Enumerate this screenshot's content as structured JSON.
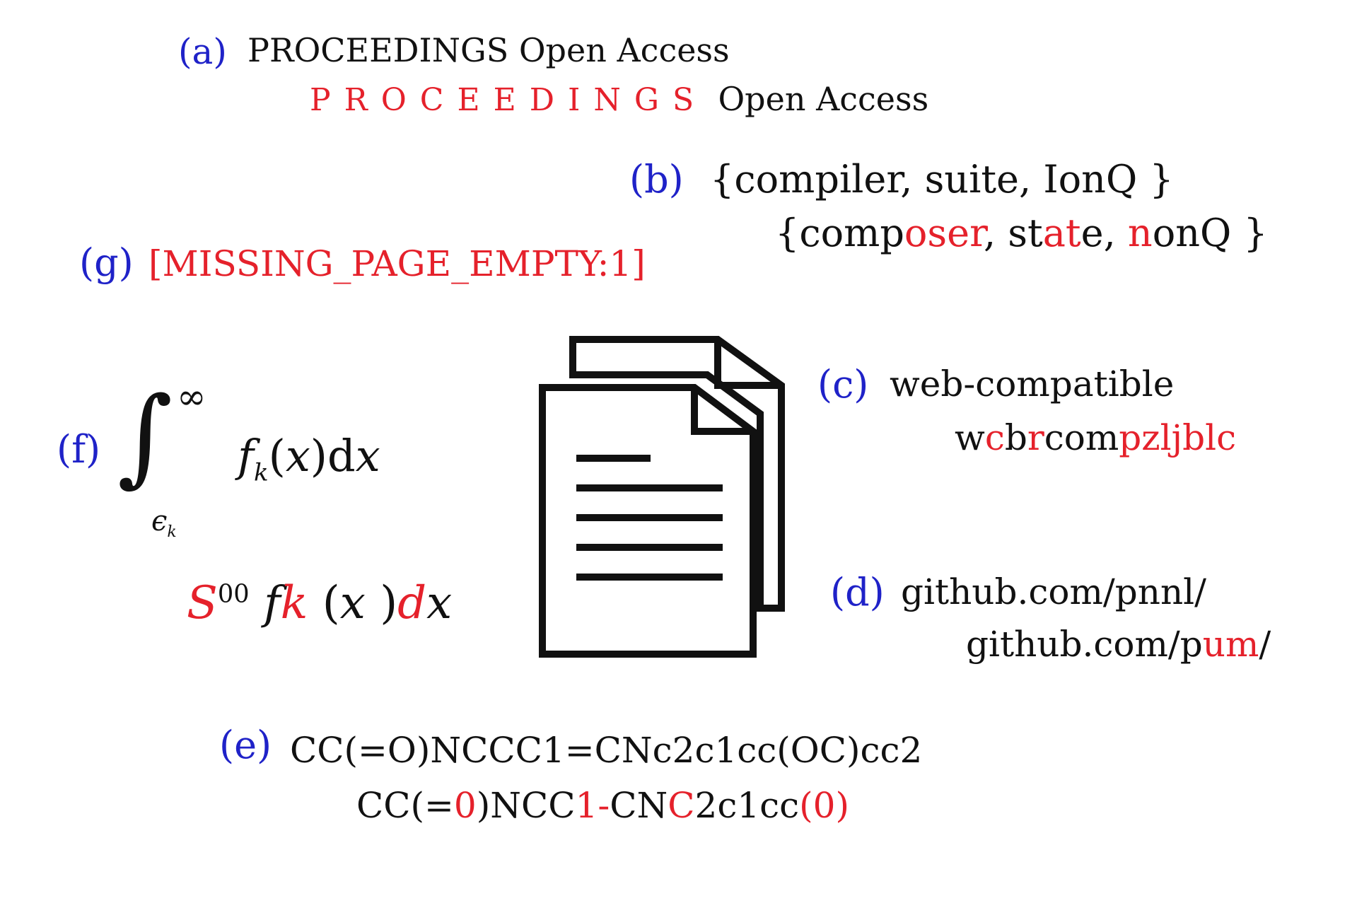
{
  "colors": {
    "label": "#1f22c8",
    "error": "#e5212b",
    "text": "#111111"
  },
  "icon": "document-copies-icon",
  "panels": {
    "a": {
      "label": "(a)",
      "original": "PROCEEDINGS Open Access",
      "ocr_spaced": "PROCEEDINGS",
      "ocr_rest": "Open Access"
    },
    "b": {
      "label": "(b)",
      "original": "{compiler, suite, IonQ }",
      "ocr_segments": [
        "{comp",
        "oser",
        ", st",
        "at",
        "e, ",
        "n",
        "onQ }"
      ]
    },
    "c": {
      "label": "(c)",
      "original": "web-compatible",
      "ocr_segments": [
        "w",
        "c",
        "b",
        "r",
        "com",
        "pzljblc"
      ]
    },
    "d": {
      "label": "(d)",
      "original": "github.com/pnnl/",
      "ocr_segments": [
        "github.com/p",
        "um",
        "/"
      ]
    },
    "e": {
      "label": "(e)",
      "original": "CC(=O)NCCC1=CNc2c1cc(OC)cc2",
      "ocr_segments": [
        "CC(=",
        "0",
        ")NCC",
        "1-",
        "CN",
        "C",
        "2c1cc",
        "(0)"
      ]
    },
    "f": {
      "label": "(f)",
      "original": {
        "int_sym": "∫",
        "upper": "∞",
        "lower": "ϵ",
        "lower_sub": "k",
        "f": "f",
        "f_sub": "k",
        "paren_open": "(",
        "x": "x",
        "paren_close": ")",
        "d": "d",
        "dx": "x"
      },
      "ocr": {
        "S": "S",
        "sup": "00",
        "f": "f",
        "k": "k",
        "po": "(",
        "x": "x",
        "pc": ")",
        "d": "d",
        "x2": "x"
      }
    },
    "g": {
      "label": "(g)",
      "ocr": "[MISSING_PAGE_EMPTY:1]"
    }
  }
}
